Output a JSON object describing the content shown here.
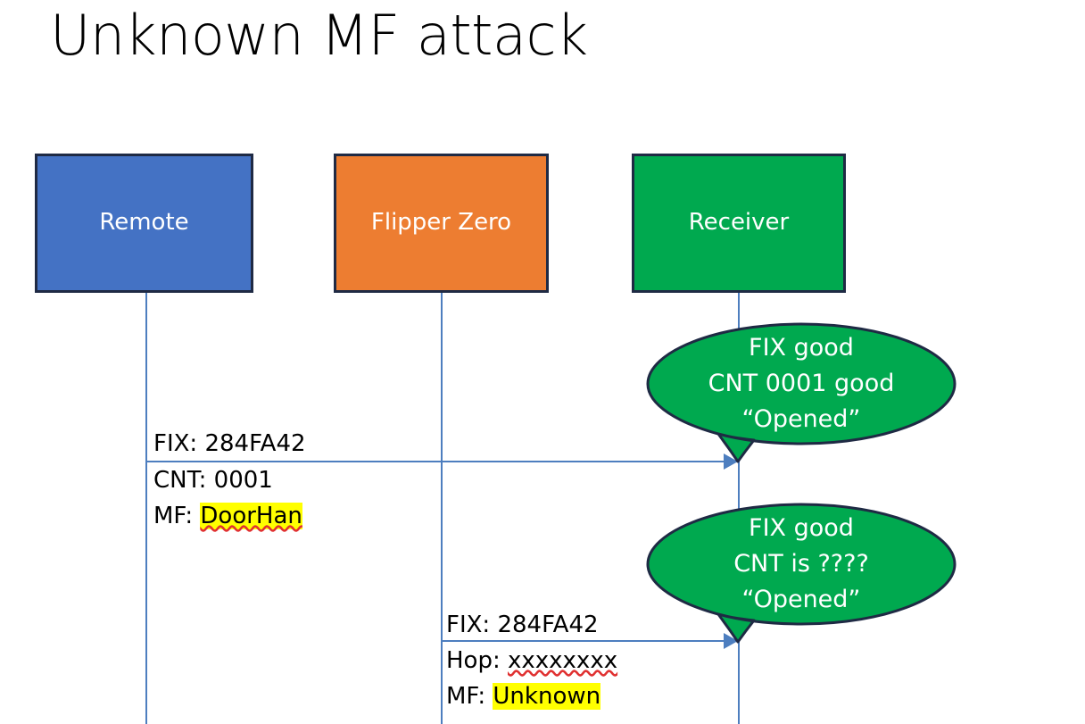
{
  "slide": {
    "title": "Unknown MF attack",
    "background": "#ffffff"
  },
  "colors": {
    "remote_fill": "#4472c4",
    "flipper_fill": "#ed7d31",
    "receiver_fill": "#00a94f",
    "box_border": "#1f2a44",
    "lifeline": "#4d7ebf",
    "arrow": "#4d7ebf",
    "bubble_fill": "#00a94f",
    "bubble_border": "#1f2a44",
    "bubble_text": "#ffffff",
    "highlight": "#ffff00",
    "spellcheck_underline": "#e03030",
    "label_text": "#000000"
  },
  "actors": [
    {
      "id": "remote",
      "label": "Remote",
      "fill": "#4472c4"
    },
    {
      "id": "flipper",
      "label": "Flipper Zero",
      "fill": "#ed7d31"
    },
    {
      "id": "receiver",
      "label": "Receiver",
      "fill": "#00a94f"
    }
  ],
  "messages": [
    {
      "id": "msg-remote-to-receiver",
      "from": "remote",
      "to": "receiver",
      "lines": [
        {
          "prefix": "FIX: ",
          "value": "284FA42",
          "highlight": false,
          "spellcheck": false
        },
        {
          "prefix": "CNT: ",
          "value": "0001",
          "highlight": false,
          "spellcheck": false
        },
        {
          "prefix": "MF: ",
          "value": "DoorHan",
          "highlight": true,
          "spellcheck": true
        }
      ]
    },
    {
      "id": "msg-flipper-to-receiver",
      "from": "flipper",
      "to": "receiver",
      "lines": [
        {
          "prefix": "FIX: ",
          "value": "284FA42",
          "highlight": false,
          "spellcheck": false
        },
        {
          "prefix": "Hop: ",
          "value": "xxxxxxxx",
          "highlight": false,
          "spellcheck": true
        },
        {
          "prefix": "MF: ",
          "value": "Unknown",
          "highlight": true,
          "spellcheck": false
        }
      ]
    }
  ],
  "callouts": [
    {
      "id": "callout-first",
      "lines": [
        "FIX good",
        "CNT 0001 good",
        "“Opened”"
      ]
    },
    {
      "id": "callout-second",
      "lines": [
        "FIX good",
        "CNT is ????",
        "“Opened”"
      ]
    }
  ]
}
